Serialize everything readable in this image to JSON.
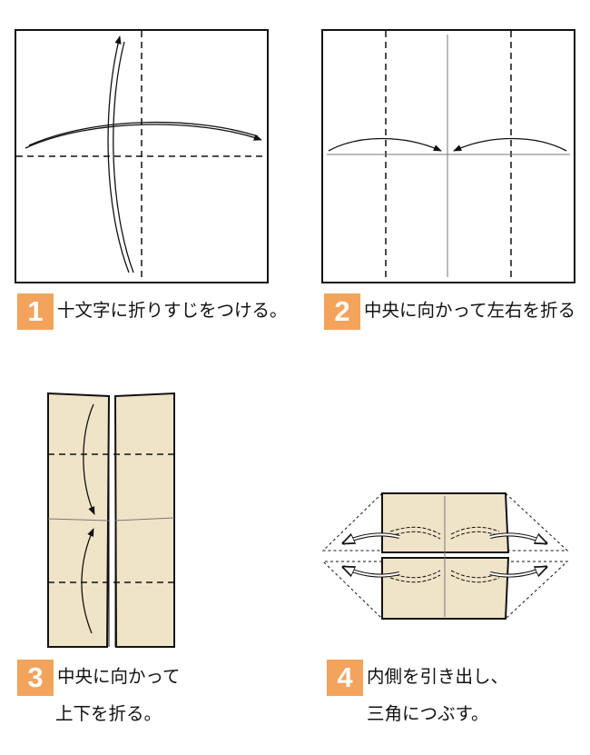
{
  "colors": {
    "paper": "#f0e4c8",
    "line": "#111111",
    "badge": "#f3a35b",
    "badge_text": "#ffffff"
  },
  "steps": [
    {
      "number": "1",
      "text": "十文字に折りすじをつける。"
    },
    {
      "number": "2",
      "text": "中央に向かって左右を折る"
    },
    {
      "number": "3",
      "text": "中央に向かって",
      "text2": "上下を折る。"
    },
    {
      "number": "4",
      "text": "内側を引き出し、",
      "text2": "三角につぶす。"
    }
  ]
}
